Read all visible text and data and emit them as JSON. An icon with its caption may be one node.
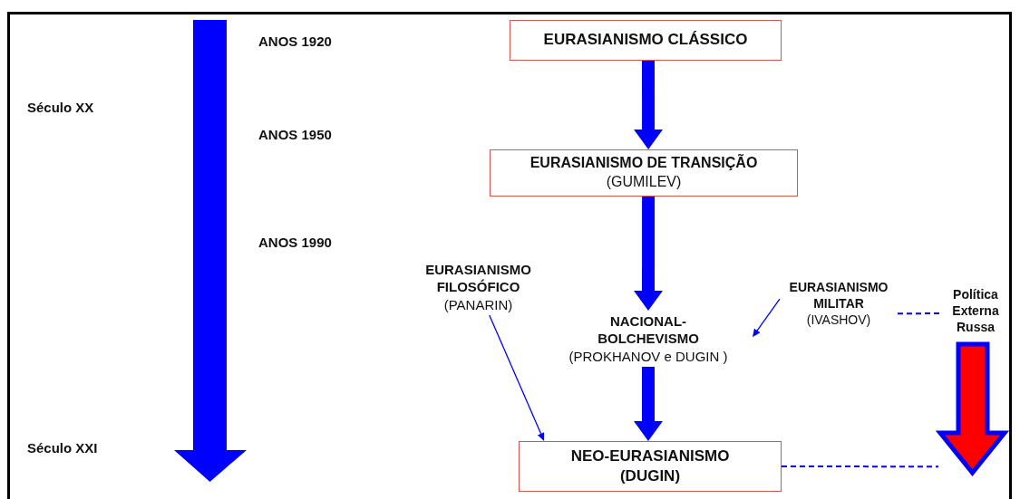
{
  "diagram": {
    "nodes": [
      {
        "text": [
          "EURASIANISMO CLÁSSICO"
        ]
      },
      {
        "text": [
          "EURASIANISMO DE TRANSIÇÃO",
          "(GUMILEV)"
        ]
      },
      {
        "text": [
          "EURASIANISMO FILOSÓFICO",
          "(PANARIN)"
        ]
      },
      {
        "text": [
          "NACIONAL-BOLCHEVISMO",
          "(PROKHANOV e DUGIN )"
        ]
      },
      {
        "text": [
          "EURASIANISMO MILITAR",
          "(IVASHOV)"
        ]
      },
      {
        "text": [
          "Política Externa Russa"
        ]
      },
      {
        "text": [
          "NEO-EURASIANISMO",
          "(DUGIN)"
        ]
      },
      {
        "text": [],
        "shape": "arrow"
      }
    ],
    "edges": [
      {
        "from": 0,
        "to": 1,
        "arrow": "to",
        "style": "thick"
      },
      {
        "from": 1,
        "to": 3,
        "arrow": "to",
        "style": "thick"
      },
      {
        "from": 3,
        "to": 6,
        "arrow": "to",
        "style": "thick"
      },
      {
        "from": 2,
        "to": 6,
        "arrow": "to"
      },
      {
        "from": 4,
        "to": 3,
        "arrow": "to"
      },
      {
        "from": 4,
        "to": 5,
        "arrow": "none",
        "style": "dashed"
      },
      {
        "from": 6,
        "to": 7,
        "arrow": "none",
        "style": "dashed"
      }
    ],
    "labels": [
      "ANOS 1920",
      "Século XX",
      "ANOS 1950",
      "ANOS 1990",
      "Século XXI"
    ]
  }
}
